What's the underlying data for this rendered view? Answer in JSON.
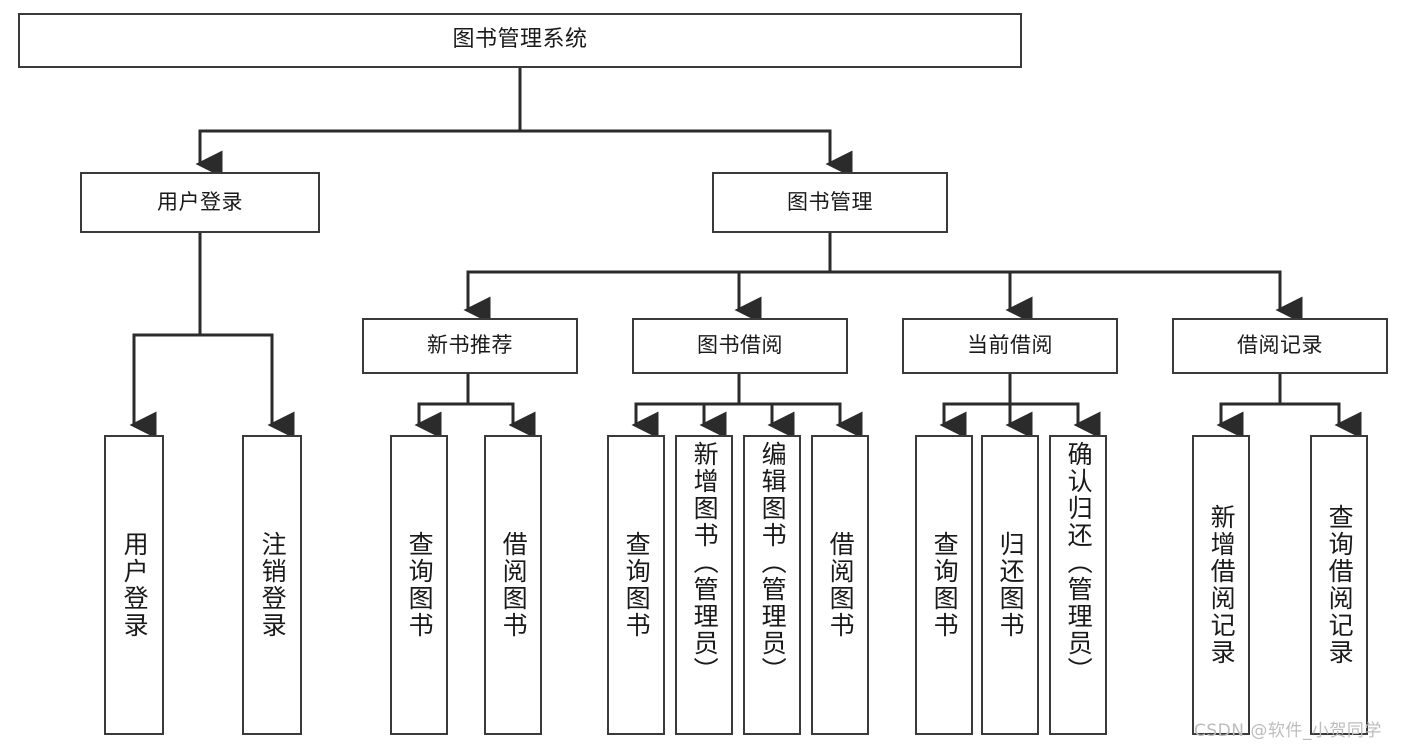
{
  "diagram": {
    "title": "图书管理系统",
    "type": "tree-hierarchy-diagram",
    "colors": {
      "box_border": "#3a3a3a",
      "box_fill": "#ffffff",
      "connector": "#2b2b2b",
      "text": "#1a1a1a",
      "watermark": "#bdbdbd",
      "background": "#ffffff"
    },
    "root": {
      "label": "图书管理系统"
    },
    "level2": [
      {
        "id": "user-login",
        "label": "用户登录"
      },
      {
        "id": "book-manage",
        "label": "图书管理"
      }
    ],
    "level3": [
      {
        "id": "new-book-recommend",
        "label": "新书推荐"
      },
      {
        "id": "book-borrow",
        "label": "图书借阅"
      },
      {
        "id": "current-borrow",
        "label": "当前借阅"
      },
      {
        "id": "borrow-record",
        "label": "借阅记录"
      }
    ],
    "leaves": {
      "user_login": [
        {
          "id": "leaf-user-login",
          "label": "用户登录"
        },
        {
          "id": "leaf-logout-login",
          "label": "注销登录"
        }
      ],
      "new_book_recommend": [
        {
          "id": "leaf-query-book-1",
          "label": "查询图书"
        },
        {
          "id": "leaf-borrow-book-1",
          "label": "借阅图书"
        }
      ],
      "book_borrow": [
        {
          "id": "leaf-query-book-2",
          "label": "查询图书"
        },
        {
          "id": "leaf-add-book",
          "label": "新增图书（管理员）"
        },
        {
          "id": "leaf-edit-book",
          "label": "编辑图书（管理员）"
        },
        {
          "id": "leaf-borrow-book-2",
          "label": "借阅图书"
        }
      ],
      "current_borrow": [
        {
          "id": "leaf-query-book-3",
          "label": "查询图书"
        },
        {
          "id": "leaf-return-book",
          "label": "归还图书"
        },
        {
          "id": "leaf-confirm-return",
          "label": "确认归还（管理员）"
        }
      ],
      "borrow_record": [
        {
          "id": "leaf-add-record",
          "label": "新增借阅记录"
        },
        {
          "id": "leaf-query-record",
          "label": "查询借阅记录"
        }
      ]
    },
    "watermark": "CSDN @软件_小贺同学"
  }
}
